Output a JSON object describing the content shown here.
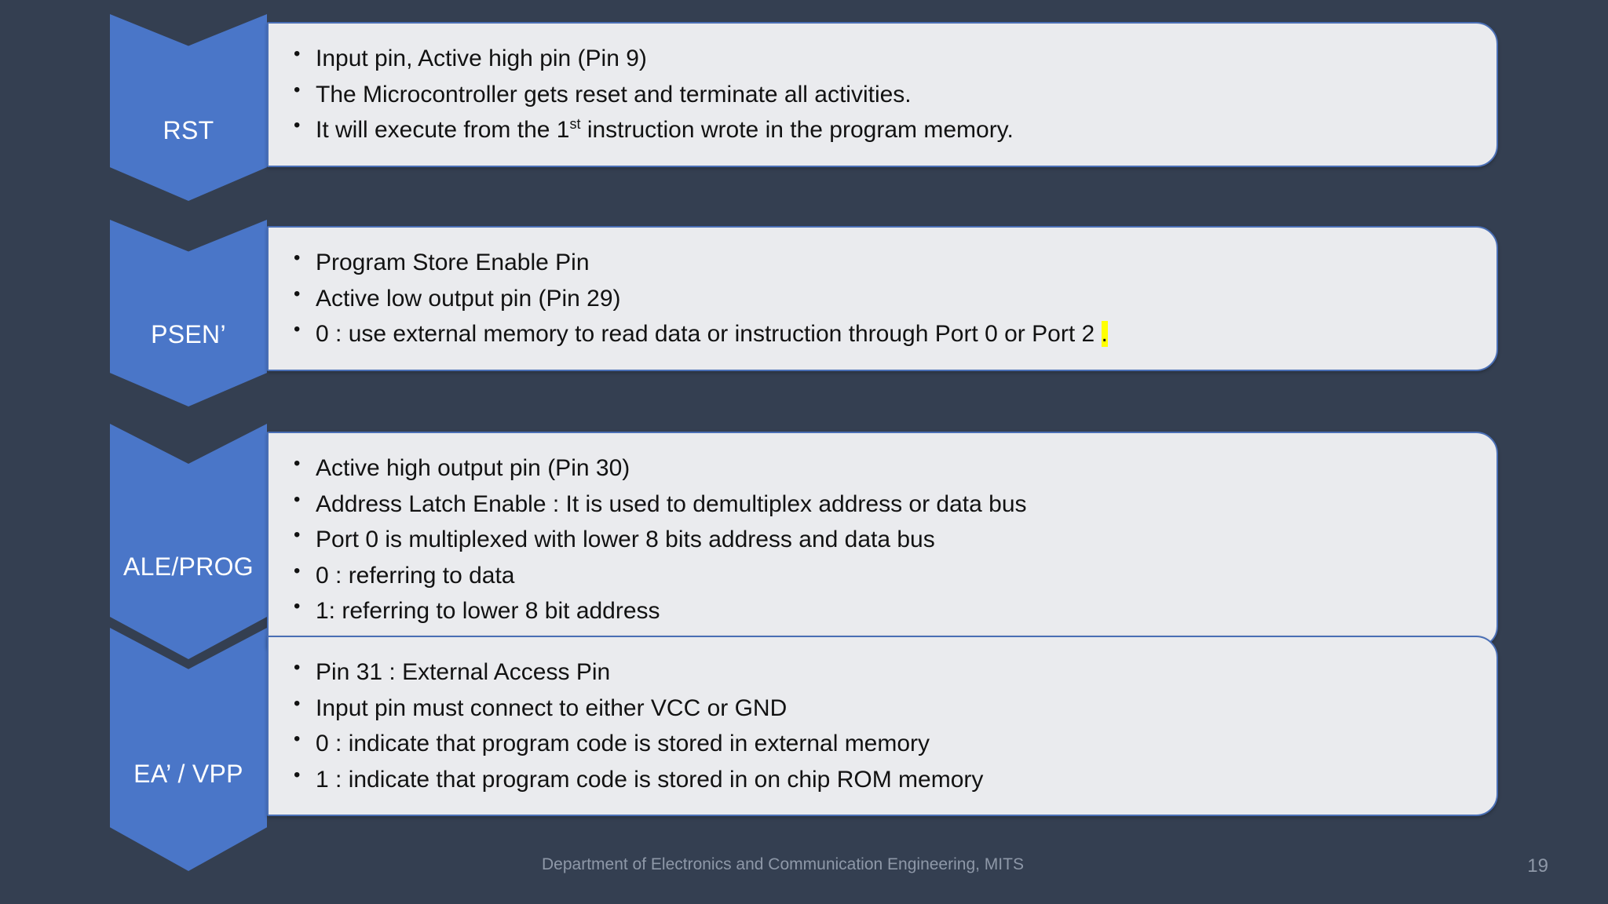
{
  "slide": {
    "background_color": "#343F51",
    "chevron_color": "#4A76C8",
    "card_color": "#EAEBEE",
    "card_border_color": "#4A6FB5",
    "highlight_color": "#FFFF00",
    "footer_text_color": "#8E98A8"
  },
  "sections": [
    {
      "label": "RST",
      "bullets": [
        "Input pin, Active high pin (Pin 9)",
        "The Microcontroller gets reset and terminate all activities.",
        "It will execute from the 1st  instruction wrote in the program memory."
      ]
    },
    {
      "label": "PSEN’",
      "bullets": [
        "Program Store Enable Pin",
        "Active low output pin (Pin 29)",
        " 0 : use external memory to read data or instruction through Port 0 or Port 2 ."
      ]
    },
    {
      "label": "ALE/PROG",
      "bullets": [
        "Active high output pin (Pin 30)",
        "Address Latch Enable : It is used to demultiplex address or data bus",
        "Port 0 is multiplexed with lower 8 bits address and data bus",
        " 0 : referring to data",
        " 1: referring to lower 8 bit address"
      ]
    },
    {
      "label": "EA’ / VPP",
      "bullets": [
        "Pin 31 : External Access Pin",
        "Input pin must connect to either VCC or GND",
        "0 : indicate that program code is stored in external memory",
        "1 : indicate that program code is stored in on chip ROM memory"
      ]
    }
  ],
  "text_fragments": {
    "rst_b3_pre": "It will execute from the 1",
    "rst_b3_sup": "st",
    "rst_b3_post": "  instruction wrote in the program memory.",
    "psen_b3_main": " 0 : use external memory to read data or instruction through Port 0 or Port 2 ",
    "psen_b3_highlight": "."
  },
  "footer": {
    "note": "Department of Electronics and Communication Engineering, MITS",
    "page_number": "19"
  }
}
